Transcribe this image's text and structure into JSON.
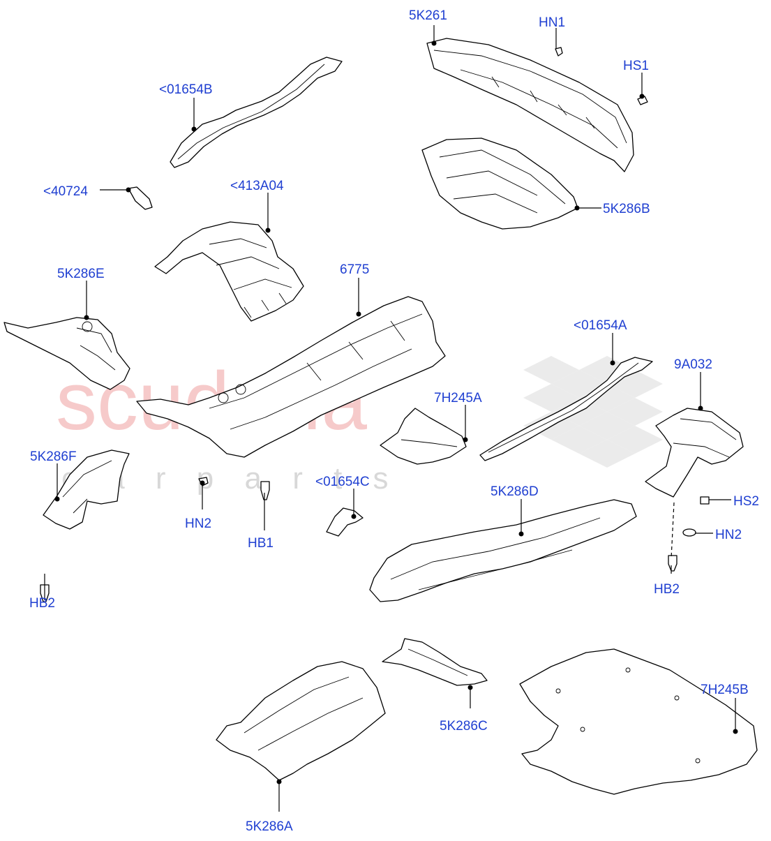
{
  "colors": {
    "label": "#1f3fd1",
    "line": "#000000",
    "watermark_red": "#f3b9b9",
    "watermark_checker": "#dcdcdc"
  },
  "watermark": {
    "brand": "scuderia",
    "sub": "c a r   p a r t s"
  },
  "labels": [
    {
      "id": "5K261-top",
      "text": "5K261"
    },
    {
      "id": "HN1",
      "text": "HN1"
    },
    {
      "id": "HS1",
      "text": "HS1"
    },
    {
      "id": "01654B",
      "text": "<01654B"
    },
    {
      "id": "40724",
      "text": "<40724"
    },
    {
      "id": "413A04",
      "text": "<413A04"
    },
    {
      "id": "5K286B",
      "text": "5K286B"
    },
    {
      "id": "5K286E",
      "text": "5K286E"
    },
    {
      "id": "6775",
      "text": "6775"
    },
    {
      "id": "01654A",
      "text": "<01654A"
    },
    {
      "id": "9A032",
      "text": "9A032"
    },
    {
      "id": "7H245A",
      "text": "7H245A"
    },
    {
      "id": "5K286F",
      "text": "5K286F"
    },
    {
      "id": "01654C",
      "text": "<01654C"
    },
    {
      "id": "HN2-left",
      "text": "HN2"
    },
    {
      "id": "HB1",
      "text": "HB1"
    },
    {
      "id": "5K286D",
      "text": "5K286D"
    },
    {
      "id": "HS2",
      "text": "HS2"
    },
    {
      "id": "HN2-right",
      "text": "HN2"
    },
    {
      "id": "HB2-left",
      "text": "HB2"
    },
    {
      "id": "HB2-right",
      "text": "HB2"
    },
    {
      "id": "5K286C",
      "text": "5K286C"
    },
    {
      "id": "7H245B",
      "text": "7H245B"
    },
    {
      "id": "5K286A",
      "text": "5K286A"
    }
  ]
}
